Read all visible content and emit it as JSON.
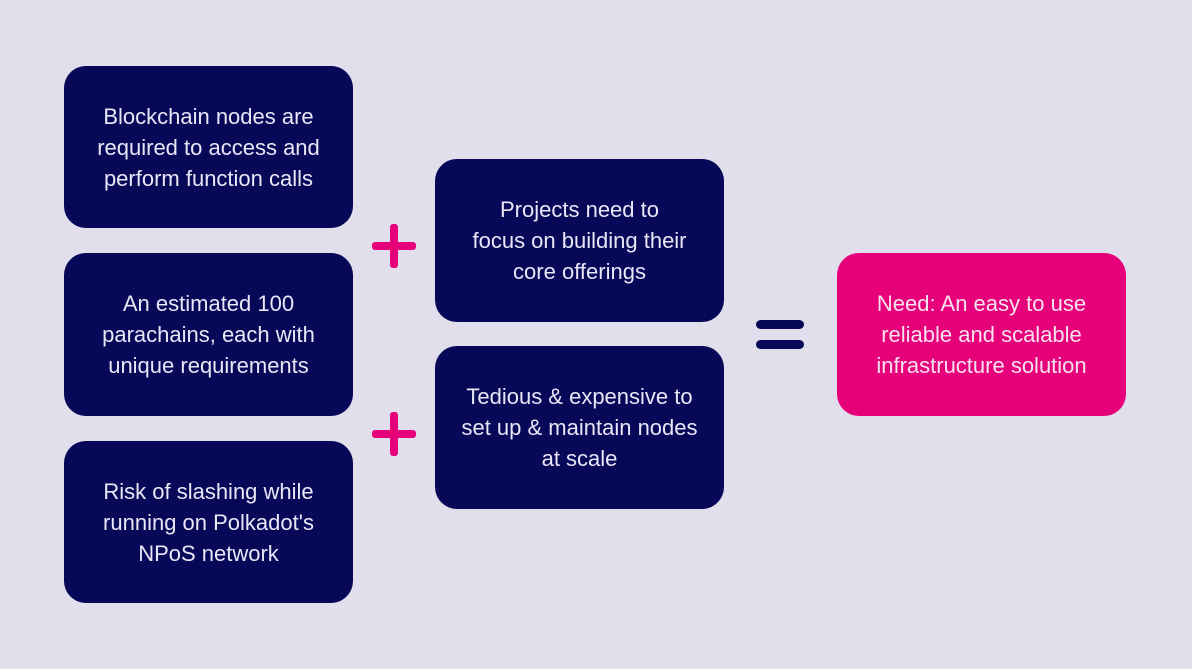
{
  "boxes": {
    "nodes": [
      "Blockchain nodes are",
      "required to access and",
      "perform function calls"
    ],
    "parachains": [
      "An estimated 100",
      "parachains, each with",
      "unique requirements"
    ],
    "slashing": [
      "Risk of slashing while",
      "running on Polkadot's",
      "NPoS network"
    ],
    "focus": [
      "Projects need to",
      "focus on building their",
      "core offerings"
    ],
    "tedious": [
      "Tedious & expensive to",
      "set up & maintain nodes",
      "at scale"
    ],
    "need": [
      "Need: An easy to use",
      "reliable and scalable",
      "infrastructure solution"
    ]
  },
  "colors": {
    "background": "#e2dfed",
    "box_dark": "#070858",
    "box_accent": "#e6007a",
    "plus": "#e6007a",
    "equals": "#070858"
  }
}
